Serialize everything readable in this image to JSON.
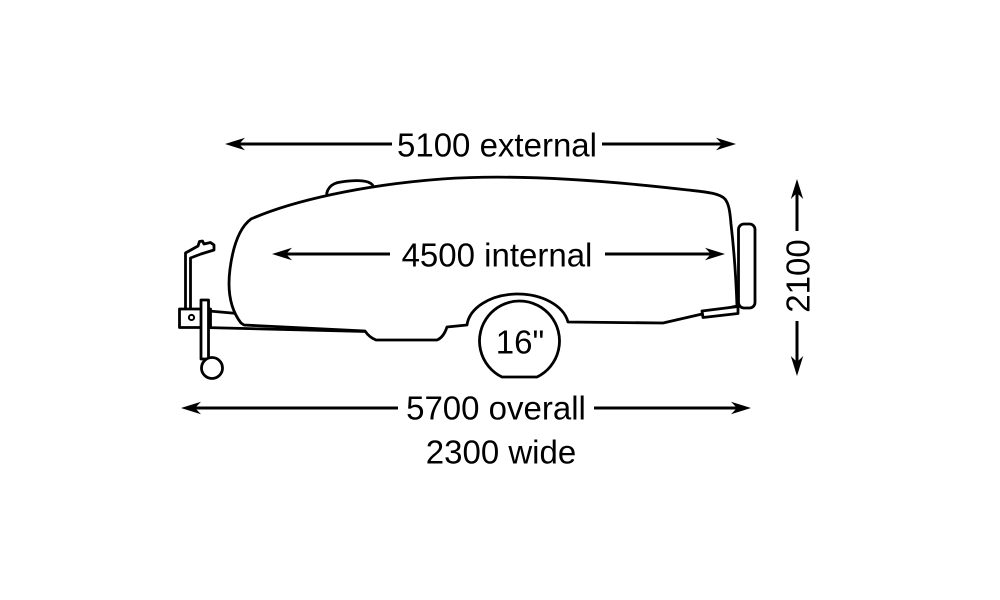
{
  "diagram": {
    "subject": "caravan-trailer-side-view",
    "colors": {
      "line": "#000000",
      "background": "#ffffff"
    },
    "dimensions": {
      "external": {
        "label": "5100 external",
        "value": 5100
      },
      "internal": {
        "label": "4500 internal",
        "value": 4500
      },
      "height": {
        "label": "2100",
        "value": 2100
      },
      "overall": {
        "label": "5700 overall",
        "value": 5700
      },
      "width": {
        "label": "2300 wide",
        "value": 2300
      },
      "wheel": {
        "label": "16\"",
        "value": 16
      }
    }
  }
}
